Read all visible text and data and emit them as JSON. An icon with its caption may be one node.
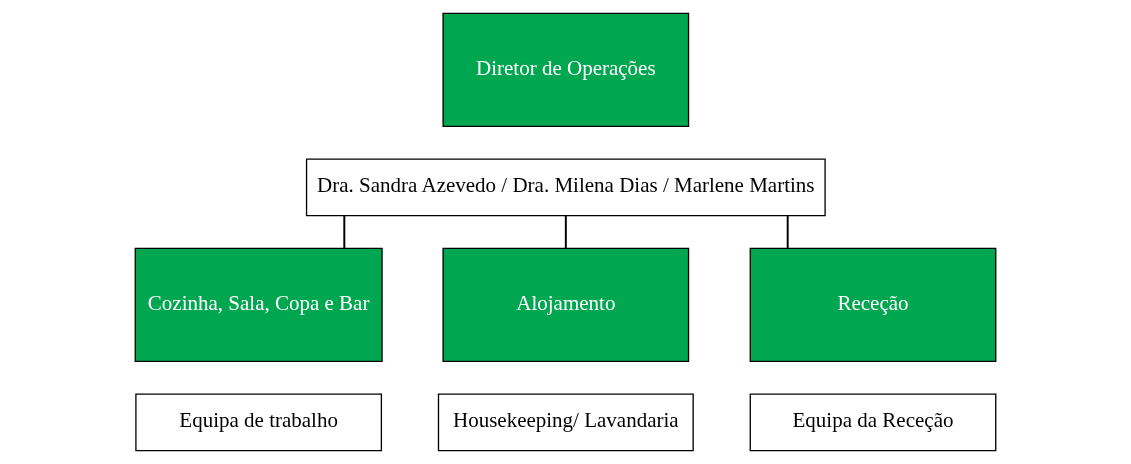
{
  "diagram": {
    "nodes": [
      {
        "text": [
          "Diretor de Operações"
        ]
      },
      {
        "text": [
          "Dra. Sandra Azevedo / Dra. Milena Dias / Marlene Martins"
        ]
      },
      {
        "text": [
          "Cozinha, Sala, Copa e Bar"
        ]
      },
      {
        "text": [
          "Equipa de trabalho"
        ]
      },
      {
        "text": [
          "Alojamento"
        ]
      },
      {
        "text": [
          "Housekeeping/ Lavandaria"
        ]
      },
      {
        "text": [
          "Receção"
        ]
      },
      {
        "text": [
          "Equipa da Receção"
        ]
      }
    ],
    "edges": [
      {
        "from": 1,
        "to": 2,
        "arrow": "none"
      },
      {
        "from": 1,
        "to": 4,
        "arrow": "none"
      },
      {
        "from": 1,
        "to": 6,
        "arrow": "none"
      }
    ]
  }
}
